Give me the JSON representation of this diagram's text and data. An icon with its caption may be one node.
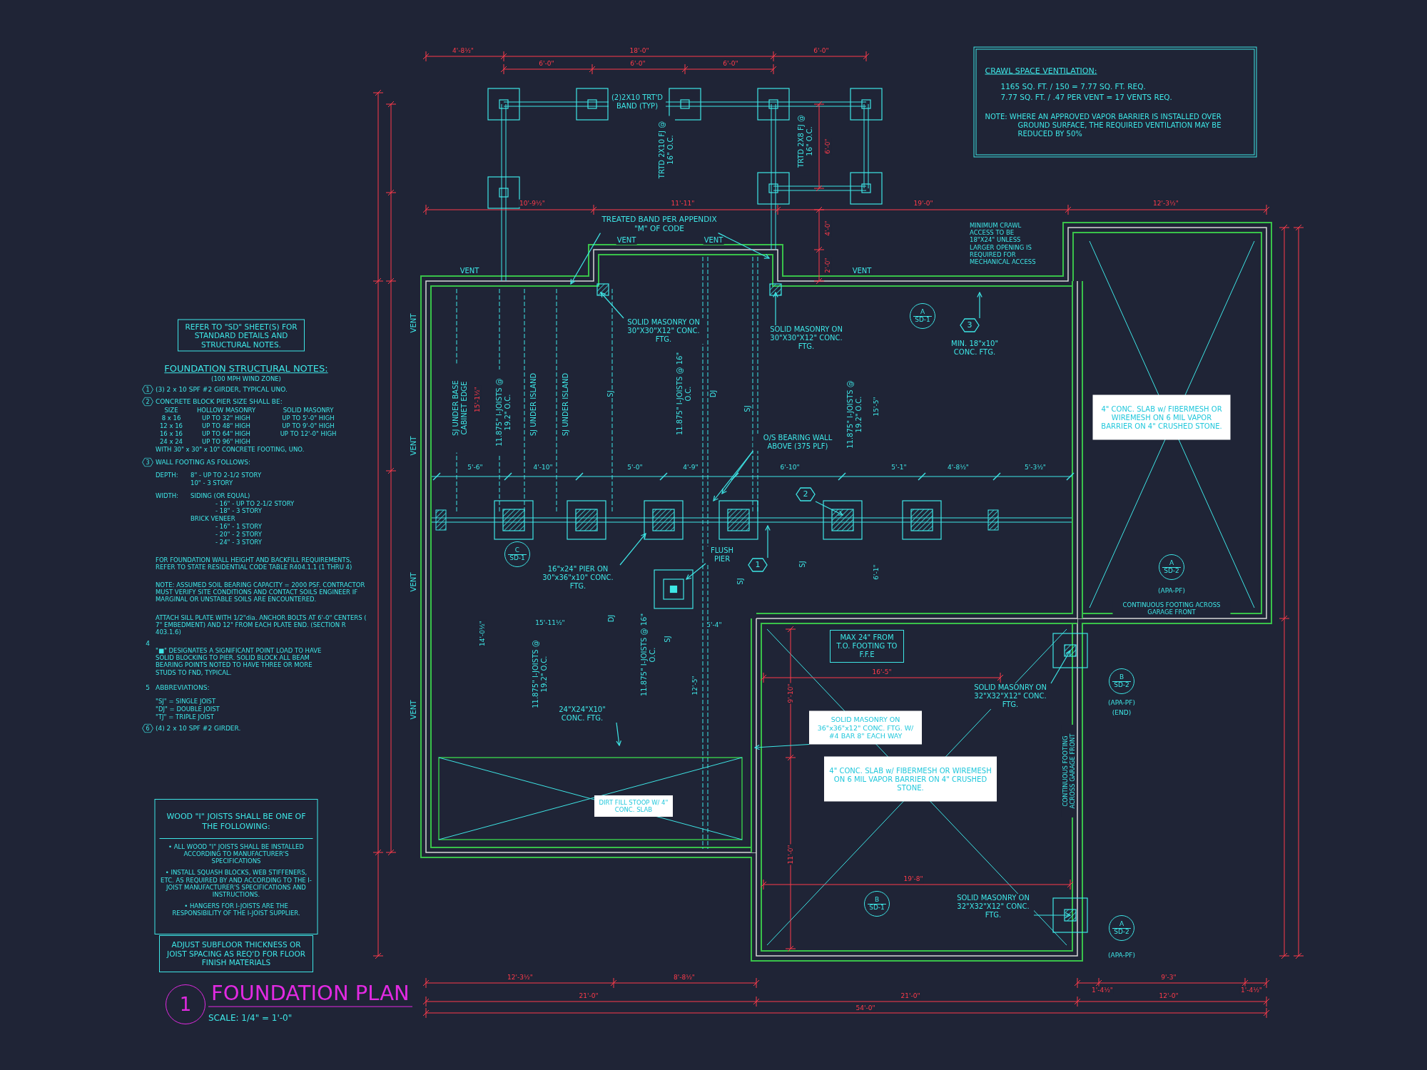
{
  "diagram": {
    "title": "FOUNDATION PLAN",
    "nodes": [
      {
        "text": [
          "REFER TO \"SD\" SHEET(S) FOR STANDARD DETAILS AND STRUCTURAL NOTES."
        ]
      },
      {
        "text": [
          "CRAWL SPACE VENTILATION:",
          "1165 SQ. FT. / 150 = 7.77 SQ. FT. REQ.",
          "7.77 SQ. FT. / .47 PER VENT = 17 VENTS REQ.",
          "NOTE: WHERE AN APPROVED VAPOR BARRIER IS INSTALLED OVER GROUND SURFACE, THE REQUIRED VENTILATION MAY BE REDUCED BY 50%"
        ]
      },
      {
        "text": [
          "WOOD \"I\" JOISTS SHALL BE ONE OF THE FOLLOWING:",
          "• ALL WOOD \"I\" JOISTS SHALL BE INSTALLED ACCORDING TO MANUFACTURER'S SPECIFICATIONS",
          "• INSTALL SQUASH BLOCKS, WEB STIFFENERS, ETC. AS REQUIRED BY AND ACCORDING TO THE I-JOIST MANUFACTURER'S SPECIFICATIONS AND INSTRUCTIONS.",
          "• HANGERS FOR I-JOISTS ARE THE RESPONSIBILITY OF THE I-JOIST SUPPLIER."
        ]
      },
      {
        "text": [
          "ADJUST SUBFLOOR THICKNESS OR JOIST SPACING AS REQ'D FOR FLOOR FINISH MATERIALS"
        ]
      },
      {
        "text": [
          "1"
        ]
      },
      {
        "text": [
          "1"
        ]
      },
      {
        "text": [
          "2"
        ]
      },
      {
        "text": [
          "3"
        ]
      },
      {
        "text": [
          "6"
        ]
      },
      {
        "text": [
          "4\" CONC. SLAB w/ FIBERMESH OR WIREMESH ON 6 MIL VAPOR BARRIER ON 4\" CRUSHED STONE."
        ]
      },
      {
        "text": [
          "4\" CONC. SLAB w/ FIBERMESH OR WIREMESH ON 6 MIL VAPOR BARRIER ON 4\" CRUSHED STONE."
        ]
      },
      {
        "text": [
          "SOLID MASONRY ON 36\"x36\"x12\" CONC. FTG. W/ #4 BAR 8\" EACH WAY"
        ]
      },
      {
        "text": [
          "DIRT FILL STOOP W/ 4\" CONC. SLAB"
        ]
      },
      {
        "text": [
          "MAX 24\" FROM T.O. FOOTING TO F.F.E"
        ]
      },
      {
        "text": [
          "A",
          "SD-1"
        ]
      },
      {
        "text": [
          "C",
          "SD-1"
        ]
      },
      {
        "text": [
          "B",
          "SD-1"
        ]
      },
      {
        "text": [
          "A",
          "SD-2"
        ],
        "beside": [
          "(APA-PF)"
        ]
      },
      {
        "text": [
          "B",
          "SD-2"
        ],
        "beside": [
          "(APA-PF)",
          "(END)"
        ]
      },
      {
        "text": [
          "A",
          "SD-2"
        ],
        "beside": [
          "(APA-PF)"
        ]
      },
      {
        "text": [
          "3"
        ],
        "beside": [
          "MIN. 18\"x10\" CONC. FTG."
        ]
      },
      {
        "text": [
          "2"
        ]
      },
      {
        "text": [
          "1"
        ]
      },
      {
        "text": [
          "TREATED BAND PER APPENDIX \"M\" OF CODE"
        ]
      },
      {
        "text": [
          "SOLID MASONRY ON 30\"X30\"X12\" CONC. FTG."
        ]
      },
      {
        "text": [
          "SOLID MASONRY ON 30\"X30\"X12\" CONC. FTG."
        ]
      },
      {
        "text": [
          "O/S BEARING WALL ABOVE (375 PLF)"
        ]
      },
      {
        "text": [
          "16\"x24\" PIER ON 30\"x36\"x10\" CONC. FTG."
        ]
      },
      {
        "text": [
          "FLUSH PIER"
        ]
      },
      {
        "text": [
          "24\"X24\"X10\" CONC. FTG."
        ]
      },
      {
        "text": [
          "SOLID MASONRY ON 32\"X32\"X12\" CONC. FTG."
        ]
      },
      {
        "text": [
          "SOLID MASONRY ON 32\"X32\"X12\" CONC. FTG."
        ]
      }
    ],
    "edges": [
      {
        "from": 23,
        "to": null,
        "arrow": "to"
      },
      {
        "from": 23,
        "to": null,
        "arrow": "to"
      },
      {
        "from": 24,
        "to": null,
        "arrow": "to"
      },
      {
        "from": 25,
        "to": null,
        "arrow": "to"
      },
      {
        "from": 20,
        "to": null,
        "arrow": "to"
      },
      {
        "from": 26,
        "to": null,
        "arrow": "to"
      },
      {
        "from": 26,
        "to": null,
        "arrow": "to"
      },
      {
        "from": 21,
        "to": null,
        "arrow": "to"
      },
      {
        "from": 22,
        "to": null,
        "arrow": "to"
      },
      {
        "from": 27,
        "to": null,
        "arrow": "to"
      },
      {
        "from": 28,
        "to": null,
        "arrow": "to"
      },
      {
        "from": 29,
        "to": null,
        "arrow": "to"
      },
      {
        "from": 11,
        "to": null,
        "arrow": "to"
      },
      {
        "from": 30,
        "to": null,
        "arrow": "to"
      },
      {
        "from": 31,
        "to": null,
        "arrow": "to"
      }
    ],
    "labels": [
      "FOUNDATION STRUCTURAL NOTES:",
      "(100 MPH WIND ZONE)",
      "(3) 2 x 10 SPF #2 GIRDER, TYPICAL UNO.",
      "CONCRETE BLOCK PIER SIZE SHALL BE:",
      "SIZE",
      "HOLLOW MASONRY",
      "SOLID MASONRY",
      "8 x 16",
      "UP TO 32\" HIGH",
      "UP TO 5'-0\" HIGH",
      "12 x 16",
      "UP TO 48\" HIGH",
      "UP TO 9'-0\" HIGH",
      "16 x 16",
      "UP TO 64\" HIGH",
      "UP TO 12'-0\" HIGH",
      "24 x 24",
      "UP TO 96\" HIGH",
      "WITH 30\" x 30\" x 10\" CONCRETE FOOTING, UNO.",
      "WALL FOOTING AS FOLLOWS:",
      "DEPTH:",
      "8\" - UP TO 2-1/2 STORY",
      "10\" - 3 STORY",
      "WIDTH:",
      "SIDING (OR EQUAL)",
      "- 16\" - UP TO 2-1/2 STORY",
      "- 18\" - 3 STORY",
      "BRICK VENEER",
      "- 16\" - 1 STORY",
      "- 20\" - 2 STORY",
      "- 24\" - 3 STORY",
      "FOR FOUNDATION WALL HEIGHT AND BACKFILL REQUIREMENTS, REFER TO STATE RESIDENTIAL CODE TABLE R404.1.1 (1 THRU 4)",
      "NOTE: ASSUMED SOIL BEARING CAPACITY = 2000 PSF. CONTRACTOR MUST VERIFY SITE CONDITIONS AND CONTACT SOILS ENGINEER IF MARGINAL OR UNSTABLE SOILS ARE ENCOUNTERED.",
      "ATTACH SILL PLATE WITH 1/2\"dia. ANCHOR BOLTS AT 6'-0\" CENTERS ( 7\" EMBEDMENT) AND 12\" FROM EACH PLATE END. (SECTION R 403.1.6)",
      "4",
      "\"■\" DESIGNATES A SIGNIFICANT POINT LOAD TO HAVE SOLID BLOCKING TO PIER. SOLID BLOCK ALL BEAM BEARING POINTS NOTED TO HAVE THREE OR MORE STUDS TO FND, TYPICAL.",
      "5",
      "ABBREVIATIONS:",
      "\"SJ\" = SINGLE JOIST",
      "\"DJ\" = DOUBLE JOIST",
      "\"TJ\" = TRIPLE JOIST",
      "(4) 2 x 10 SPF #2 GIRDER.",
      "SCALE: 1/4\" = 1'-0\"",
      "4'-8½\"",
      "18'-0\"",
      "6'-0\"",
      "6'-0\"",
      "6'-0\"",
      "6'-0\"",
      "(2)2X10 TRT'D BAND (TYP)",
      "TRTD 2X10 FJ @ 16\" O.C.",
      "TRTD 2X8 FJ @ 16\" O.C.",
      "6'-0\"",
      "10'-9½\"",
      "11'-11\"",
      "19'-0\"",
      "12'-3½\"",
      "4'-0\"",
      "2'-0\"",
      "VENT",
      "VENT",
      "VENT",
      "VENT",
      "MINIMUM CRAWL ACCESS TO BE 18\"X24\" UNLESS LARGER OPENING IS REQUIRED FOR MECHANICAL ACCESS",
      "VENT",
      "SJ UNDER BASE CABINET EDGE",
      "15'-1½\"",
      "11.875\" I-JOISTS @ 19.2\" O.C.",
      "SJ UNDER ISLAND",
      "SJ UNDER ISLAND",
      "SJ",
      "11.875\" I-JOISTS @ 16\" O.C.",
      "DJ",
      "SJ",
      "11.875\" I-JOISTS @ 19.2\" O.C.",
      "15'-5\"",
      "VENT",
      "5'-6\"",
      "4'-10\"",
      "5'-0\"",
      "4'-9\"",
      "6'-10\"",
      "5'-1\"",
      "4'-8½\"",
      "5'-3½\"",
      "SJ",
      "SJ",
      "6'-1\"",
      "VENT",
      "CONTINUOUS FOOTING ACROSS GARAGE FRONT",
      "14'-0½\"",
      "15'-11½\"",
      "DJ",
      "5'-4\"",
      "11.875\" I-JOISTS @ 19.2\" O.C.",
      "11.875\" I-JOISTS @ 16\" O.C.",
      "SJ",
      "12'-5\"",
      "16'-5\"",
      "9'-10\"",
      "VENT",
      "CONTINUOUS FOOTING ACROSS GARAGE FRONT",
      "11'-0\"",
      "19'-8\"",
      "12'-3½\"",
      "8'-8½\"",
      "1'-4½\"",
      "9'-3\"",
      "1'-4½\"",
      "21'-0\"",
      "21'-0\"",
      "12'-0\"",
      "54'-0\""
    ]
  }
}
